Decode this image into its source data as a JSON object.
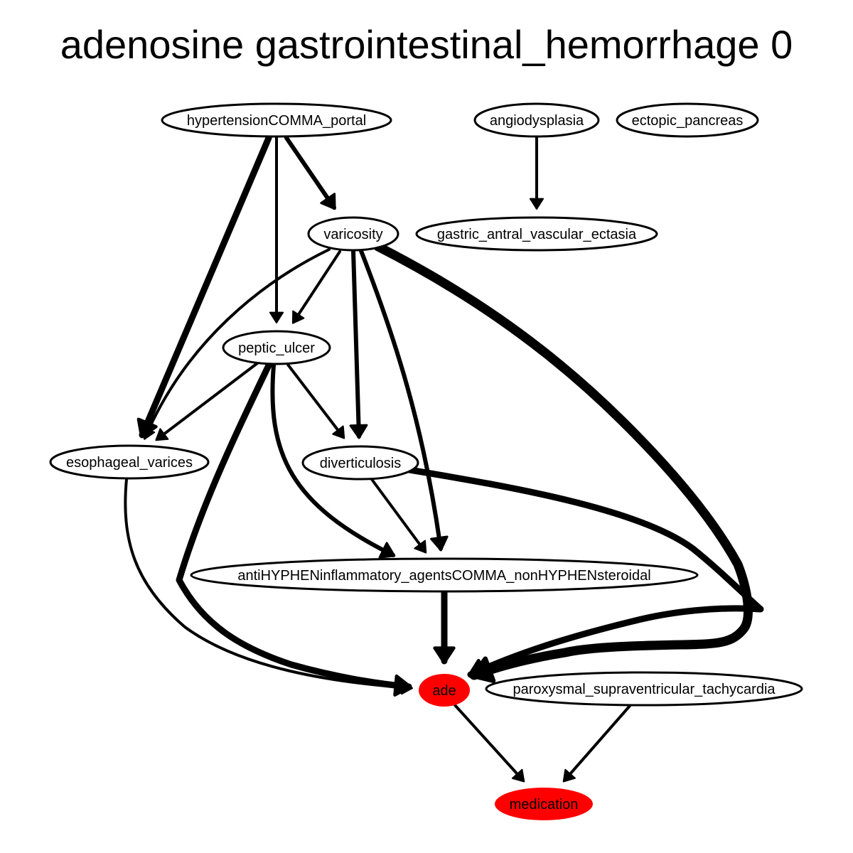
{
  "title": "adenosine gastrointestinal_hemorrhage 0",
  "colors": {
    "highlight_fill": "#ff0000",
    "default_fill": "#ffffff",
    "stroke": "#000000"
  },
  "nodes": [
    {
      "id": "hypertension_portal",
      "label": "hypertensionCOMMA_portal",
      "highlighted": false
    },
    {
      "id": "angiodysplasia",
      "label": "angiodysplasia",
      "highlighted": false
    },
    {
      "id": "ectopic_pancreas",
      "label": "ectopic_pancreas",
      "highlighted": false
    },
    {
      "id": "varicosity",
      "label": "varicosity",
      "highlighted": false
    },
    {
      "id": "gastric_antral_vascular_ectasia",
      "label": "gastric_antral_vascular_ectasia",
      "highlighted": false
    },
    {
      "id": "peptic_ulcer",
      "label": "peptic_ulcer",
      "highlighted": false
    },
    {
      "id": "esophageal_varices",
      "label": "esophageal_varices",
      "highlighted": false
    },
    {
      "id": "diverticulosis",
      "label": "diverticulosis",
      "highlighted": false
    },
    {
      "id": "nsaids",
      "label": "antiHYPHENinflammatory_agentsCOMMA_nonHYPHENsteroidal",
      "highlighted": false
    },
    {
      "id": "ade",
      "label": "ade",
      "highlighted": true
    },
    {
      "id": "psvt",
      "label": "paroxysmal_supraventricular_tachycardia",
      "highlighted": false
    },
    {
      "id": "medication",
      "label": "medication",
      "highlighted": true
    }
  ],
  "edges": [
    {
      "from": "hypertension_portal",
      "to": "esophageal_varices",
      "weight": "heavy"
    },
    {
      "from": "hypertension_portal",
      "to": "peptic_ulcer",
      "weight": "normal"
    },
    {
      "from": "hypertension_portal",
      "to": "varicosity",
      "weight": "medium"
    },
    {
      "from": "angiodysplasia",
      "to": "gastric_antral_vascular_ectasia",
      "weight": "normal"
    },
    {
      "from": "varicosity",
      "to": "esophageal_varices",
      "weight": "normal"
    },
    {
      "from": "varicosity",
      "to": "peptic_ulcer",
      "weight": "normal"
    },
    {
      "from": "varicosity",
      "to": "diverticulosis",
      "weight": "medium"
    },
    {
      "from": "varicosity",
      "to": "nsaids",
      "weight": "medium"
    },
    {
      "from": "varicosity",
      "to": "ade",
      "weight": "heaviest"
    },
    {
      "from": "peptic_ulcer",
      "to": "esophageal_varices",
      "weight": "normal"
    },
    {
      "from": "peptic_ulcer",
      "to": "diverticulosis",
      "weight": "normal"
    },
    {
      "from": "peptic_ulcer",
      "to": "nsaids",
      "weight": "medium"
    },
    {
      "from": "peptic_ulcer",
      "to": "ade",
      "weight": "heavy"
    },
    {
      "from": "diverticulosis",
      "to": "nsaids",
      "weight": "normal"
    },
    {
      "from": "diverticulosis",
      "to": "ade",
      "weight": "heavy"
    },
    {
      "from": "esophageal_varices",
      "to": "ade",
      "weight": "normal"
    },
    {
      "from": "nsaids",
      "to": "ade",
      "weight": "heavy"
    },
    {
      "from": "ade",
      "to": "medication",
      "weight": "normal"
    },
    {
      "from": "psvt",
      "to": "medication",
      "weight": "normal"
    }
  ]
}
